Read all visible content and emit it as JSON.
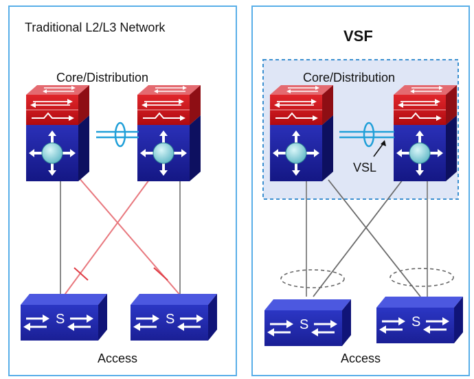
{
  "left": {
    "title": "Traditional L2/L3 Network",
    "core_label": "Core/Distribution",
    "access_label": "Access",
    "access_switch_label": "S"
  },
  "right": {
    "title": "VSF",
    "core_label": "Core/Distribution",
    "access_label": "Access",
    "link_label": "VSL",
    "access_switch_label": "S"
  },
  "colors": {
    "panel_border": "#58aee8",
    "switch_red": "#cc0f16",
    "switch_blue": "#1b1f9a",
    "blocked_link": "#e8787e",
    "active_link": "#8a8a8a",
    "stack_link": "#1f9fd8",
    "virtual_box_border": "#3a8fd0",
    "virtual_box_fill": "#dfe6f6"
  }
}
